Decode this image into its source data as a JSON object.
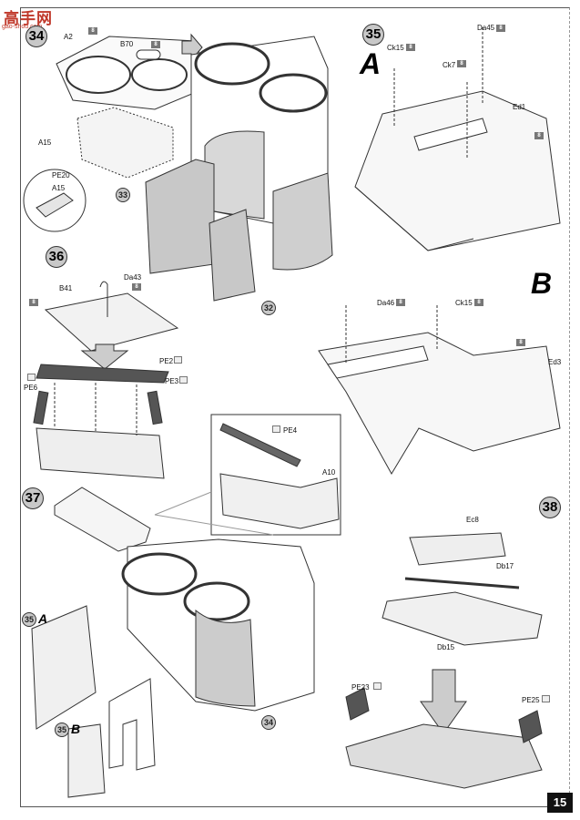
{
  "watermark": {
    "text": "高手网",
    "url": "gao-shou.com"
  },
  "page_number": "15",
  "tag_text": "8",
  "steps": {
    "s34": "34",
    "s35": "35",
    "s36": "36",
    "s37": "37",
    "s38": "38"
  },
  "subassemblies": {
    "s33": "33",
    "s32": "32",
    "s34b": "34",
    "s35a": "35",
    "s35b": "35"
  },
  "variants": {
    "a": "A",
    "b": "B"
  },
  "parts": {
    "A2": "A2",
    "B70": "B70",
    "A15": "A15",
    "PE20": "PE20",
    "A15b": "A15",
    "Ck15": "Ck15",
    "Da45": "Da45",
    "Ck7": "Ck7",
    "Ed1": "Ed1",
    "Da46": "Da46",
    "Ck15b": "Ck15",
    "Ed3": "Ed3",
    "Da43": "Da43",
    "B41": "B41",
    "PE2": "PE2",
    "PE3": "PE3",
    "PE6": "PE6",
    "PE4": "PE4",
    "A10": "A10",
    "Ec8": "Ec8",
    "Db17": "Db17",
    "Db15": "Db15",
    "PE23": "PE23",
    "PE25": "PE25"
  }
}
